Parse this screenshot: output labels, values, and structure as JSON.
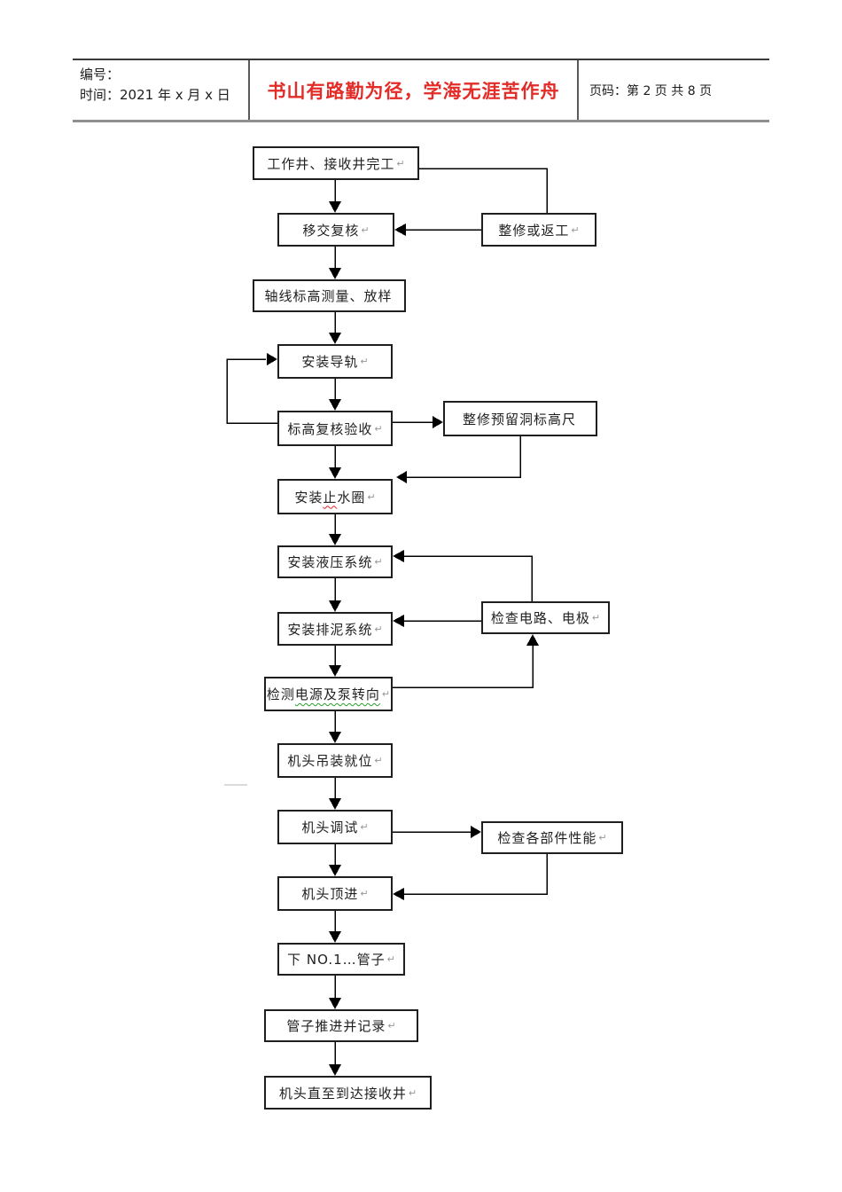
{
  "header": {
    "number_label": "编号：",
    "time_label": "时间：2021 年 x 月 x 日",
    "motto": "书山有路勤为径，学海无涯苦作舟",
    "page_label": "页码：第 2 页  共 8 页",
    "motto_color": "#e32b27"
  },
  "flowchart": {
    "nodes": [
      {
        "label": "工作井、接收井完工",
        "mark": "↵"
      },
      {
        "label": "移交复核",
        "mark": "↵"
      },
      {
        "label": "整修或返工",
        "mark": "↵"
      },
      {
        "label": "轴线标高测量、放样",
        "mark": ""
      },
      {
        "label": "安装导轨",
        "mark": "↵"
      },
      {
        "label": "标高复核验收",
        "mark": "↵"
      },
      {
        "label": "整修预留洞标高尺",
        "mark": ""
      },
      {
        "label_pre": "安装",
        "label_wavy": "止",
        "label_post": "水圈",
        "mark": "↵",
        "spellcheck_underline": "red"
      },
      {
        "label": "安装液压系统",
        "mark": "↵"
      },
      {
        "label": "安装排泥系统",
        "mark": "↵"
      },
      {
        "label": "检查电路、电极",
        "mark": "↵"
      },
      {
        "label_pre": "检测",
        "label_wavy": "电源及泵转向",
        "label_post": "",
        "mark": "↵",
        "spellcheck_underline": "green"
      },
      {
        "label": "机头吊装就位",
        "mark": "↵"
      },
      {
        "label": "机头调试",
        "mark": "↵"
      },
      {
        "label": "检查各部件性能",
        "mark": "↵"
      },
      {
        "label": "机头顶进",
        "mark": "↵"
      },
      {
        "label": "下 NO.1…管子",
        "mark": "↵"
      },
      {
        "label": "管子推进并记录",
        "mark": "↵"
      },
      {
        "label": "机头直至到达接收井",
        "mark": "↵"
      }
    ],
    "connector_color": "#000000"
  }
}
